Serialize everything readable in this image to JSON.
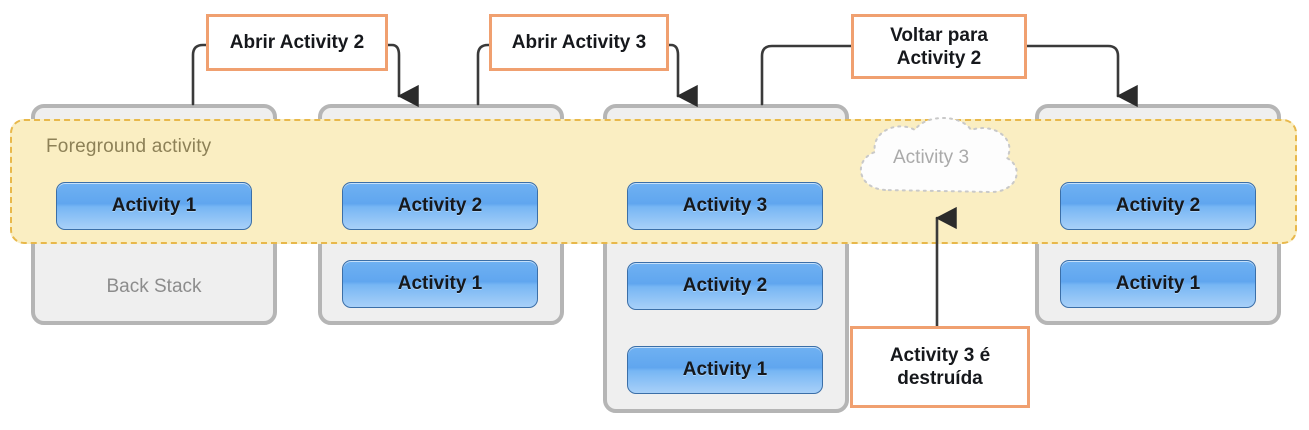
{
  "diagram": {
    "title": "Android Activity back stack lifecycle",
    "colors": {
      "foreground_band_fill": "#faeec2",
      "foreground_band_border": "#e8b84b",
      "stack_fill": "#efefef",
      "stack_border": "#b5b5b5",
      "chip_blue": "#60a6ef",
      "callout_border": "#f0a070",
      "muted_text": "#8c8c8c"
    },
    "foreground": {
      "label": "Foreground activity"
    },
    "stacks": [
      {
        "name": "stack-1",
        "back_stack_label": "Back Stack",
        "activities": [
          "Activity 1"
        ]
      },
      {
        "name": "stack-2",
        "back_stack_label": "",
        "activities": [
          "Activity 2",
          "Activity 1"
        ]
      },
      {
        "name": "stack-3",
        "back_stack_label": "",
        "activities": [
          "Activity 3",
          "Activity 2",
          "Activity 1"
        ]
      },
      {
        "name": "stack-4",
        "back_stack_label": "",
        "activities": [
          "Activity 2",
          "Activity 1"
        ]
      }
    ],
    "callouts": [
      {
        "name": "callout-open-activity-2",
        "text": "Abrir Activity 2"
      },
      {
        "name": "callout-open-activity-3",
        "text": "Abrir Activity 3"
      },
      {
        "name": "callout-back-to-activity-2",
        "text": "Voltar para Activity 2"
      },
      {
        "name": "callout-activity-3-destroyed",
        "text": "Activity 3 é destruída"
      }
    ],
    "destroyed_cloud": {
      "label": "Activity 3"
    }
  }
}
